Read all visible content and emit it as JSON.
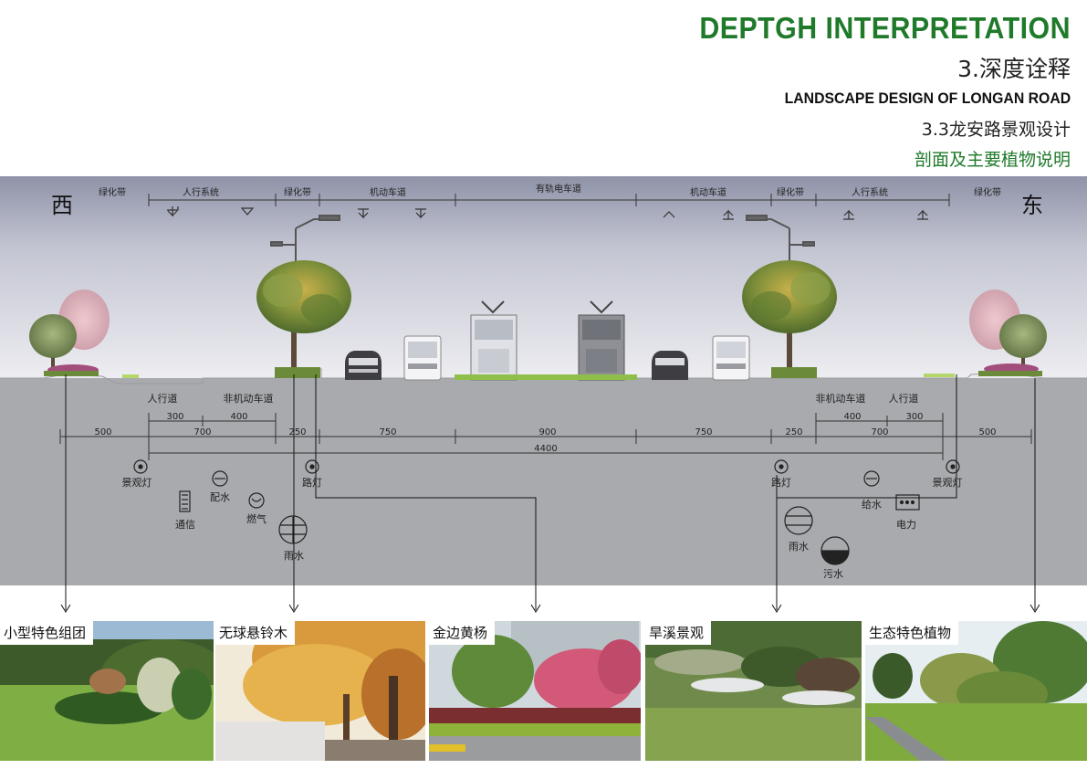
{
  "header": {
    "title_en": "DEPTGH INTERPRETATION",
    "title_cn": "3.深度诠释",
    "subtitle_en": "LANDSCAPE DESIGN OF LONGAN ROAD",
    "subtitle_cn": "3.3龙安路景观设计",
    "description": "剖面及主要植物说明"
  },
  "section": {
    "west": "西",
    "east": "东",
    "top_labels": [
      "绿化带",
      "人行系统",
      "绿化带",
      "机动车道",
      "有轨电车道",
      "机动车道",
      "绿化带",
      "人行系统",
      "绿化带"
    ],
    "ground_labels": [
      "人行道",
      "非机动车道",
      "非机动车道",
      "人行道"
    ],
    "dims_inner": [
      "300",
      "400",
      "400",
      "300"
    ],
    "dims_main": [
      "500",
      "700",
      "250",
      "750",
      "900",
      "750",
      "250",
      "700",
      "500"
    ],
    "dim_total": "4400",
    "utilities": [
      "景观灯",
      "通信",
      "配水",
      "燃气",
      "雨水",
      "路灯",
      "路灯",
      "给水",
      "雨水",
      "污水",
      "电力",
      "景观灯"
    ]
  },
  "photos": [
    {
      "caption": "小型特色组团"
    },
    {
      "caption": "无球悬铃木"
    },
    {
      "caption": "金边黄杨"
    },
    {
      "caption": "旱溪景观"
    },
    {
      "caption": "生态特色植物"
    }
  ]
}
